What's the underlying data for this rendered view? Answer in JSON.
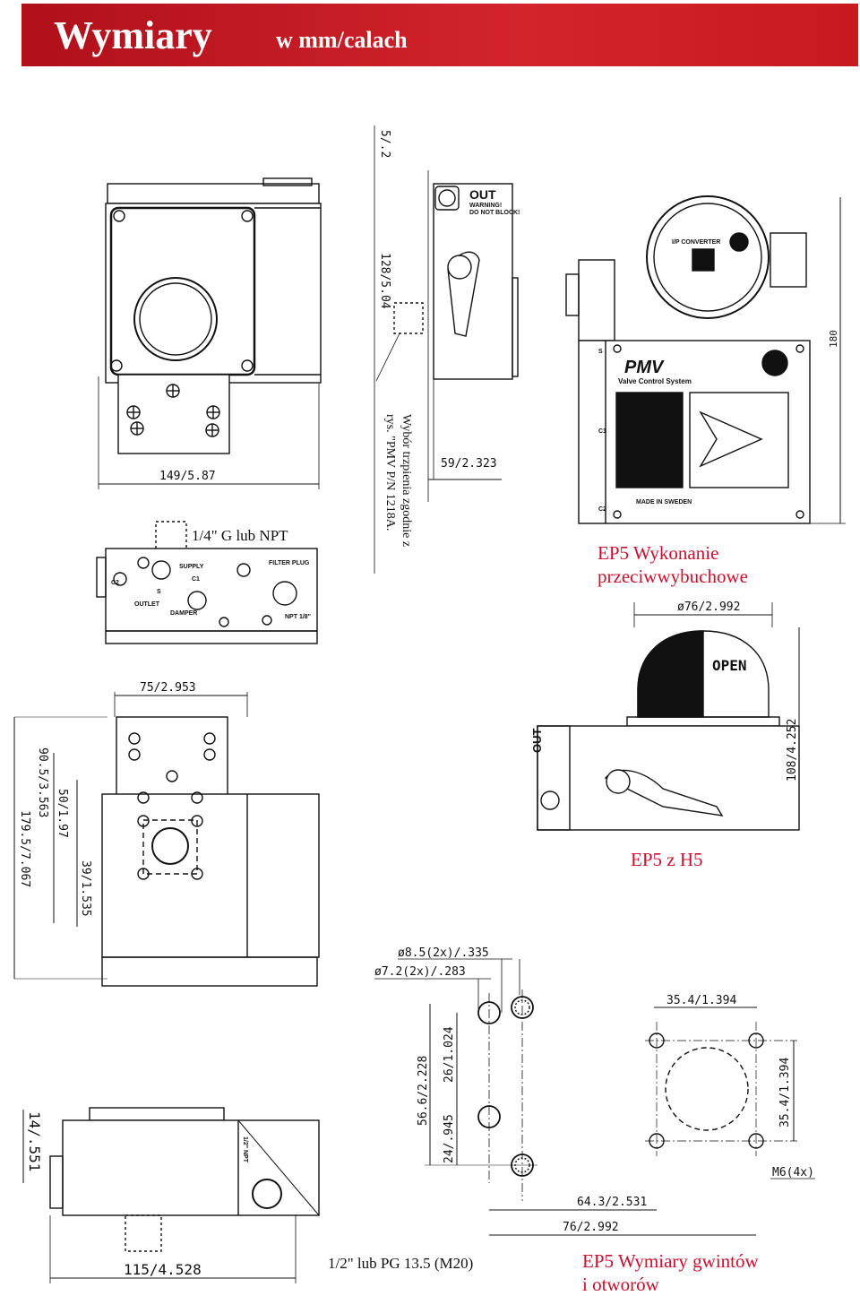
{
  "header": {
    "title": "Wymiary",
    "subtitle": "w mm/calach"
  },
  "captions": {
    "explosion_proof_line1": "EP5 Wykonanie",
    "explosion_proof_line2": "przeciwwybuchowe",
    "ep5_h5": "EP5 z H5",
    "thread_line1": "EP5 Wymiary gwintów",
    "thread_line2": "i otworów"
  },
  "notes": {
    "port_thread": "1/4\" G lub NPT",
    "pin_note_line1": "Wybór trzpienia zgodnie z",
    "pin_note_line2": "rys. \"PMV P/N 1218A.",
    "cable_entry": "1/2\" lub PG 13.5 (M20)"
  },
  "dimensions": {
    "d_149": "149/5.87",
    "d_128": "128/5.04",
    "d_5": "5/.2",
    "d_59": "59/2.323",
    "d_180": "180",
    "d_76_dia": "ø76/2.992",
    "d_108": "108/4.252",
    "d_75": "75/2.953",
    "d_90_5": "90.5/3.563",
    "d_179_5": "179.5/7.067",
    "d_50": "50/1.97",
    "d_39": "39/1.535",
    "d_8_5": "ø8.5(2x)/.335",
    "d_7_2": "ø7.2(2x)/.283",
    "d_35_4_h": "35.4/1.394",
    "d_35_4_v": "35.4/1.394",
    "d_56_6": "56.6/2.228",
    "d_26": "26/1.024",
    "d_24": "24/.945",
    "d_m6": "M6(4x)",
    "d_64_3": "64.3/2.531",
    "d_76": "76/2.992",
    "d_14": "14/.551",
    "d_115": "115/4.528"
  },
  "device_labels": {
    "out": "OUT",
    "warning": "WARNING!",
    "do_not_block": "DO NOT BLOCK!",
    "brand": "PMV",
    "brand_tagline": "Valve Control System",
    "converter": "I/P CONVERTER",
    "made_in": "MADE IN SWEDEN",
    "port_s": "S",
    "port_c1": "C1",
    "port_c2": "C2",
    "supply": "SUPPLY",
    "outlet": "OUTLET",
    "damper": "DAMPER",
    "filter_plug": "FILTER PLUG",
    "npt_small": "NPT 1/8\"",
    "npt_half": "1/2\" NPT",
    "open": "OPEN"
  }
}
